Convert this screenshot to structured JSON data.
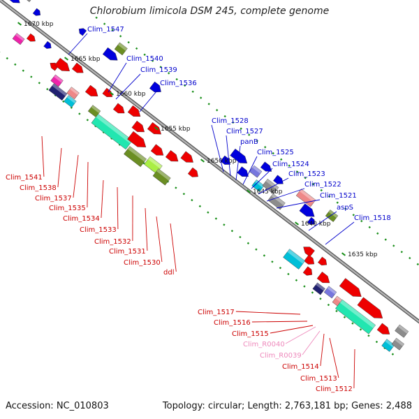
{
  "title": "Chlorobium limicola DSM 245, complete genome",
  "footer": {
    "accession": "Accession: NC_010803",
    "summary": "Topology: circular; Length: 2,763,181 bp; Genes: 2,488"
  },
  "colors": {
    "gene_red": "#ee0000",
    "gene_blue": "#0000dd",
    "gene_olive": "#6b8e23",
    "gene_cyan": "#00bfd8",
    "gene_teal": "#22e6b0",
    "gene_lightgreen": "#aaee44",
    "gene_gray": "#8c8c8c",
    "gene_violet": "#7777dd",
    "gene_pink": "#ee8888",
    "gene_magenta": "#ee22aa",
    "gene_navy": "#202070",
    "tick_green": "#1a8f1a",
    "label_blue": "#0000cc",
    "label_red": "#cc0000",
    "label_pink": "#ee88bb",
    "backbone": "#888888"
  },
  "kbp_ticks": [
    {
      "kbp": 1670,
      "label": "1670 kbp"
    },
    {
      "kbp": 1665,
      "label": "1665 kbp"
    },
    {
      "kbp": 1660,
      "label": "1660 kbp"
    },
    {
      "kbp": 1655,
      "label": "1655 kbp"
    },
    {
      "kbp": 1650,
      "label": "1650 kbp"
    },
    {
      "kbp": 1645,
      "label": "1645 kbp"
    },
    {
      "kbp": 1640,
      "label": "1640 kbp"
    },
    {
      "kbp": 1635,
      "label": "1635 kbp"
    }
  ],
  "top_labels": [
    "Clim_1547",
    "Clim_1540",
    "Clim_1539",
    "Clim_1536",
    "Clim_1528",
    "Clim_1527",
    "panB",
    "Clim_1525",
    "Clim_1524",
    "Clim_1523",
    "Clim_1522",
    "Clim_1521",
    "aspS",
    "Clim_1518"
  ],
  "bottom_labels": [
    "Clim_1541",
    "Clim_1538",
    "Clim_1537",
    "Clim_1535",
    "Clim_1534",
    "Clim_1533",
    "Clim_1532",
    "Clim_1531",
    "Clim_1530",
    "ddl",
    "Clim_1517",
    "Clim_1516",
    "Clim_1515",
    "Clim_R0040",
    "Clim_R0039",
    "Clim_1514",
    "Clim_1513",
    "Clim_1512"
  ]
}
